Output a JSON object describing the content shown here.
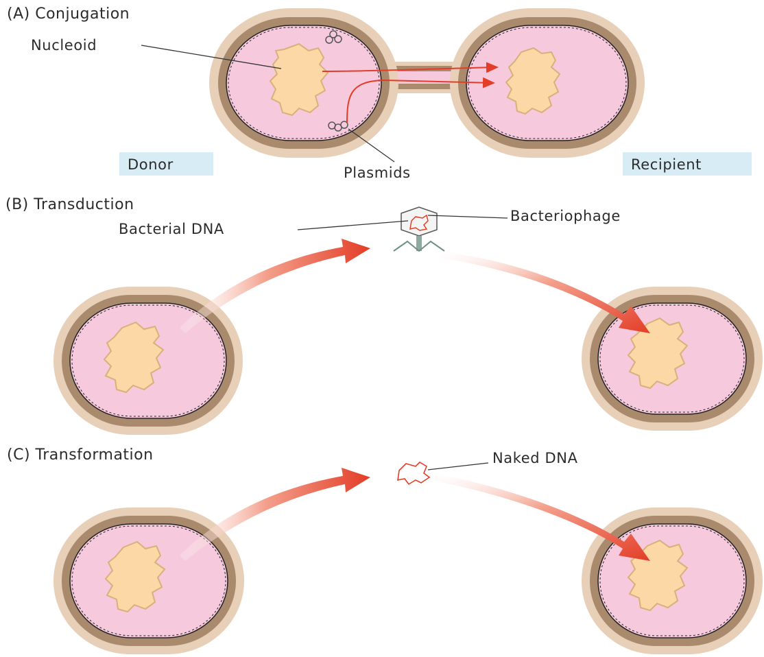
{
  "sections": {
    "conjugation": {
      "title": "(A) Conjugation",
      "nucleoid_label": "Nucleoid",
      "plasmids_label": "Plasmids",
      "donor_label": "Donor",
      "recipient_label": "Recipient"
    },
    "transduction": {
      "title": "(B) Transduction",
      "bacterial_dna_label": "Bacterial DNA",
      "bacteriophage_label": "Bacteriophage"
    },
    "transformation": {
      "title": "(C) Transformation",
      "naked_dna_label": "Naked DNA"
    }
  },
  "colors": {
    "cell_outer": "#e8cfb8",
    "cell_wall": "#a98a6c",
    "cytoplasm": "#f6c9dd",
    "nucleoid": "#fbd8a6",
    "nucleoid_edge": "#d9b07a",
    "arrow": "#e8442e"
  }
}
